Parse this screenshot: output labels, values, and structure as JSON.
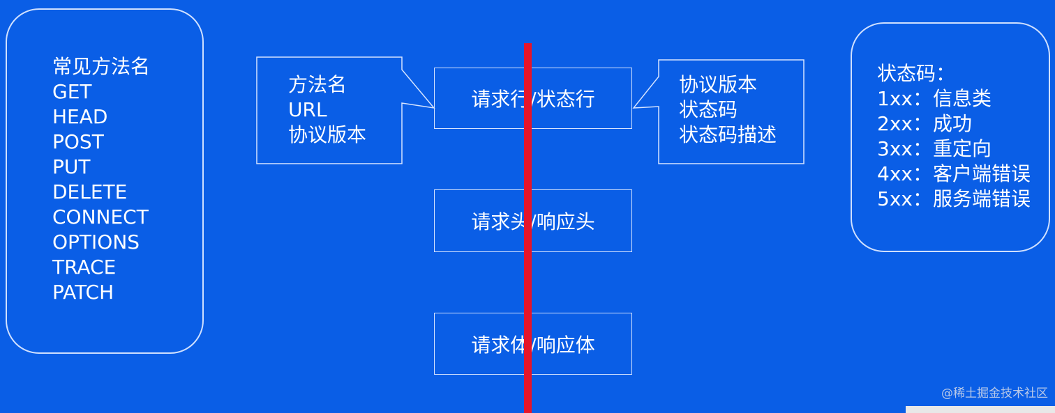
{
  "methods": {
    "title": "常见方法名",
    "items": [
      "GET",
      "HEAD",
      "POST",
      "PUT",
      "DELETE",
      "CONNECT",
      "OPTIONS",
      "TRACE",
      "PATCH"
    ]
  },
  "start_line_callout": {
    "items": [
      "方法名",
      "URL",
      "协议版本"
    ]
  },
  "boxes": {
    "start_line": "请求行/状态行",
    "headers": "请求头/响应头",
    "body": "请求体/响应体"
  },
  "status_line_callout": {
    "items": [
      "协议版本",
      "状态码",
      "状态码描述"
    ]
  },
  "status_codes": {
    "title": "状态码：",
    "items": [
      {
        "code": "1xx：",
        "desc": "信息类"
      },
      {
        "code": "2xx：",
        "desc": "成功"
      },
      {
        "code": "3xx：",
        "desc": "重定向"
      },
      {
        "code": "4xx：",
        "desc": "客户端错误"
      },
      {
        "code": "5xx：",
        "desc": "服务端错误"
      }
    ]
  },
  "watermark": "@稀土掘金技术社区",
  "colors": {
    "background": "#0a5ee6",
    "divider": "#e5152a",
    "text": "#ffffff"
  }
}
